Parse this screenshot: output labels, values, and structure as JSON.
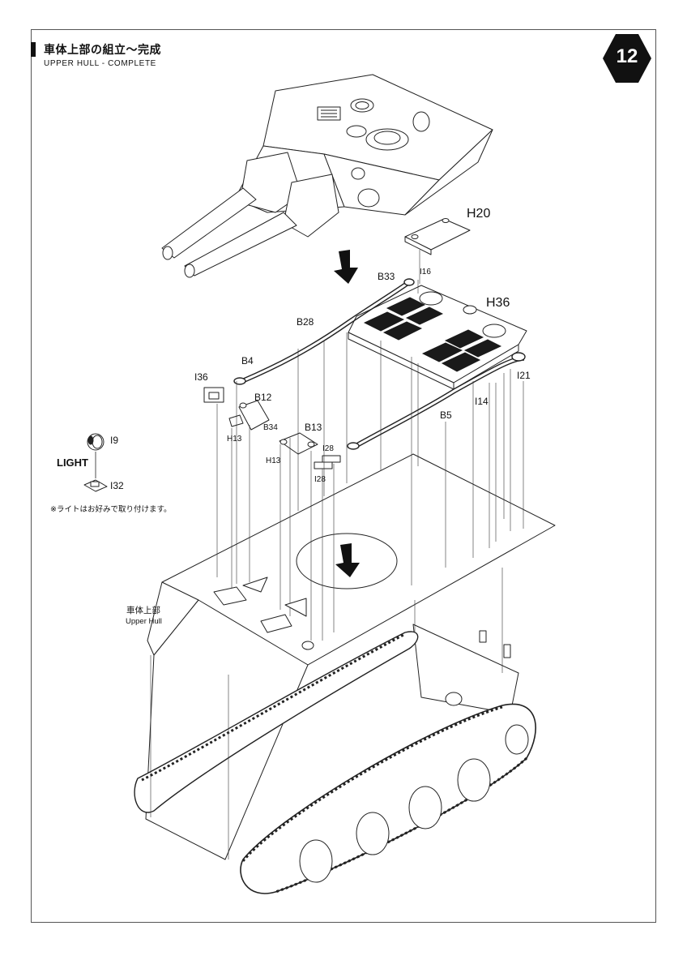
{
  "header": {
    "title_jp": "車体上部の組立〜完成",
    "title_en": "UPPER HULL - COMPLETE",
    "step_number": "12"
  },
  "part_labels": {
    "h20": "H20",
    "b33": "B33",
    "i16": "I16",
    "h36": "H36",
    "b28": "B28",
    "b4": "B4",
    "i36": "I36",
    "b12": "B12",
    "i21": "I21",
    "i14": "I14",
    "b5": "B5",
    "h13_left": "H13",
    "b34": "B34",
    "b13": "B13",
    "i28_top": "I28",
    "h13_mid": "H13",
    "i28_bottom": "I28",
    "i9": "I9",
    "i32": "I32"
  },
  "light_callout": {
    "label": "LIGHT",
    "note": "※ライトはお好みで取り付けます。"
  },
  "hull_label": {
    "jp": "車体上部",
    "en": "Upper Hull"
  },
  "colors": {
    "line": "#222222",
    "badge": "#111111",
    "mesh": "#1a1a1a"
  }
}
